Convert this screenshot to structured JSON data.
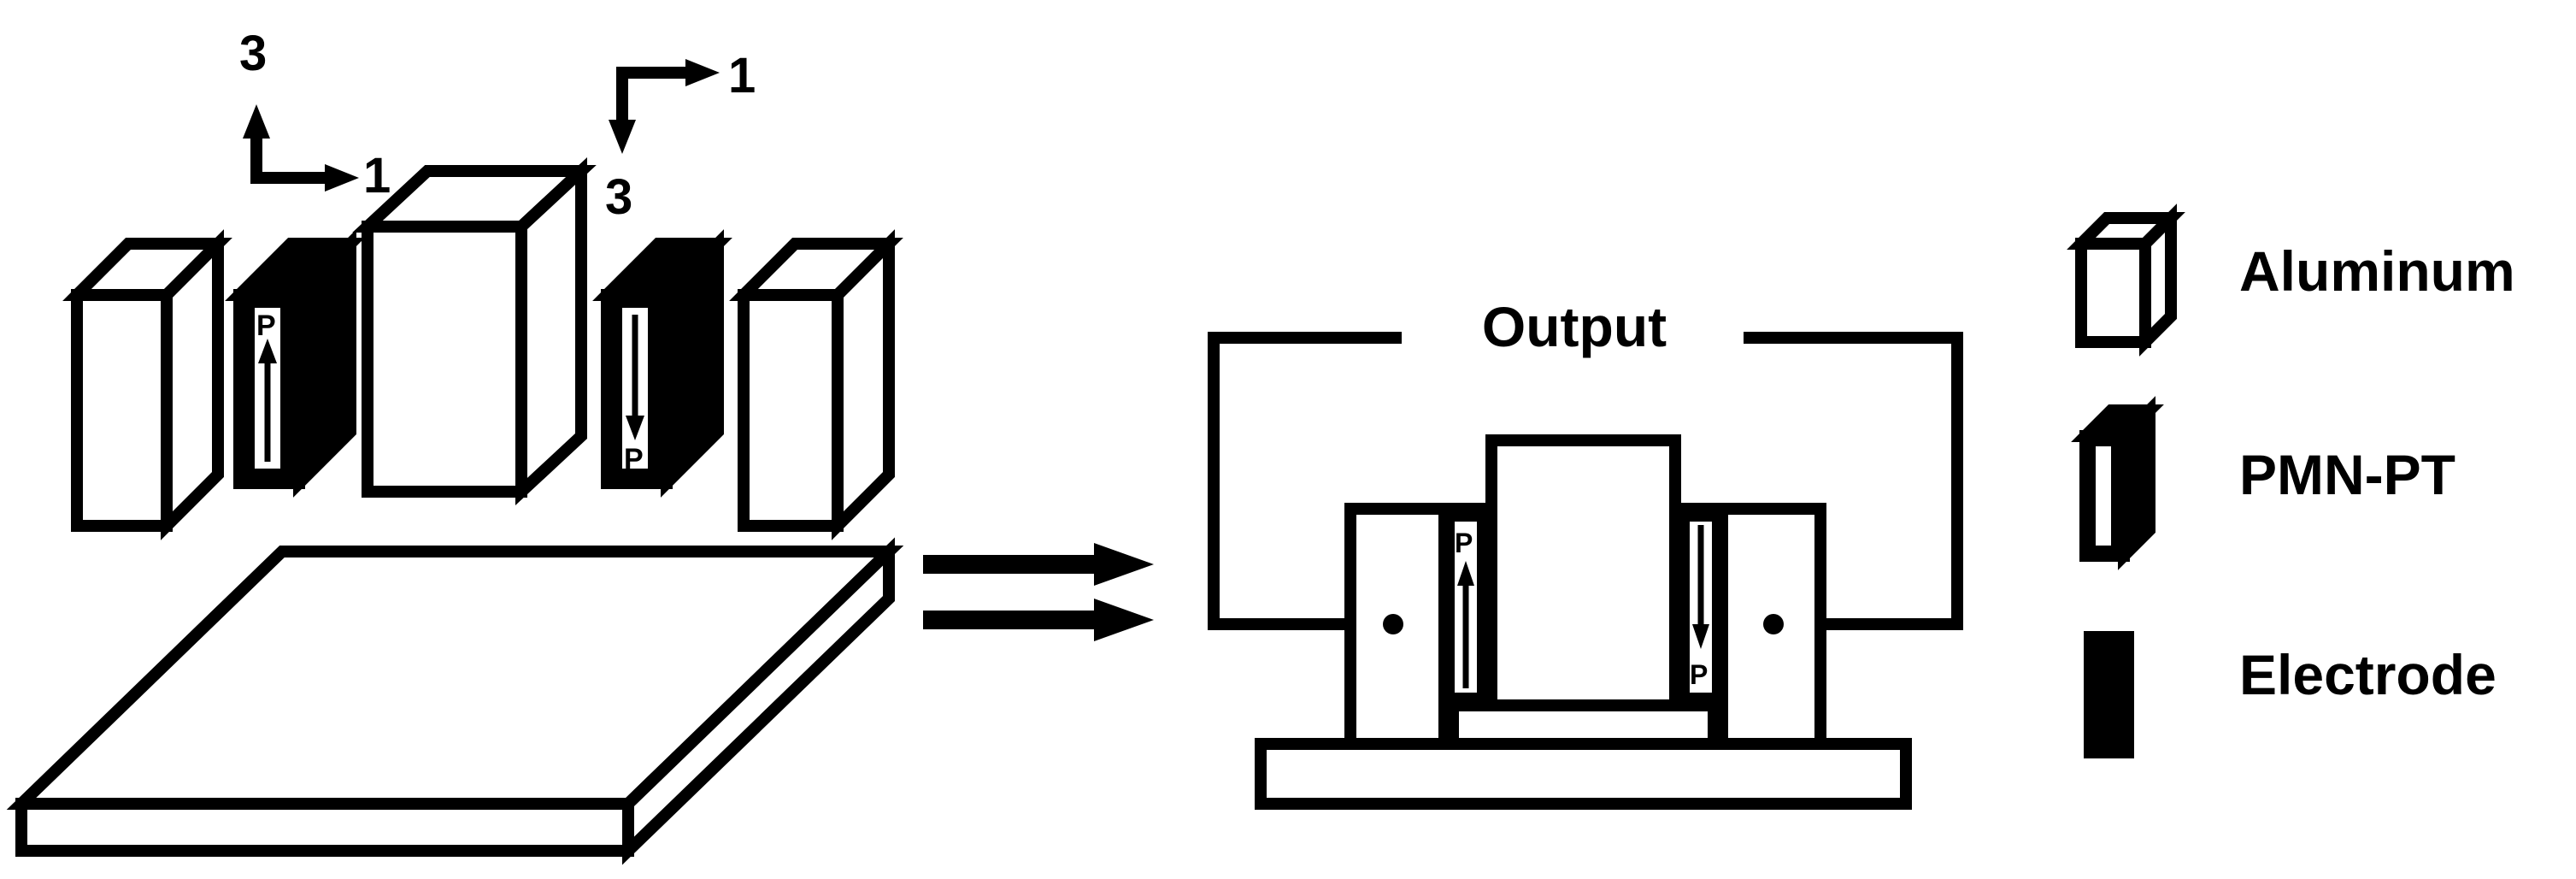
{
  "axes_left": {
    "up": "3",
    "right": "1"
  },
  "axes_right": {
    "down": "3",
    "right": "1"
  },
  "polarization_label": "P",
  "output_label": "Output",
  "legend": {
    "aluminum": "Aluminum",
    "pmn_pt": "PMN-PT",
    "electrode": "Electrode"
  }
}
